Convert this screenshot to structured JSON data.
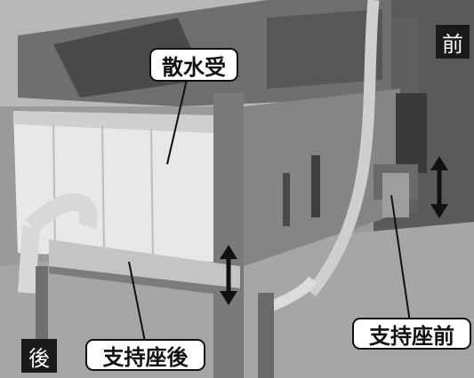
{
  "callouts": {
    "spray_tray": "散水受",
    "support_rear": "支持座後",
    "support_front": "支持座前"
  },
  "corners": {
    "front": "前",
    "rear": "後"
  },
  "colors": {
    "marker_fill": "#ffffff",
    "marker_border": "#111111",
    "corner_fill": "#1a1a1a",
    "corner_text": "#ffffff"
  },
  "icons": [
    "up-down-arrow-icon",
    "up-down-arrow-icon"
  ]
}
